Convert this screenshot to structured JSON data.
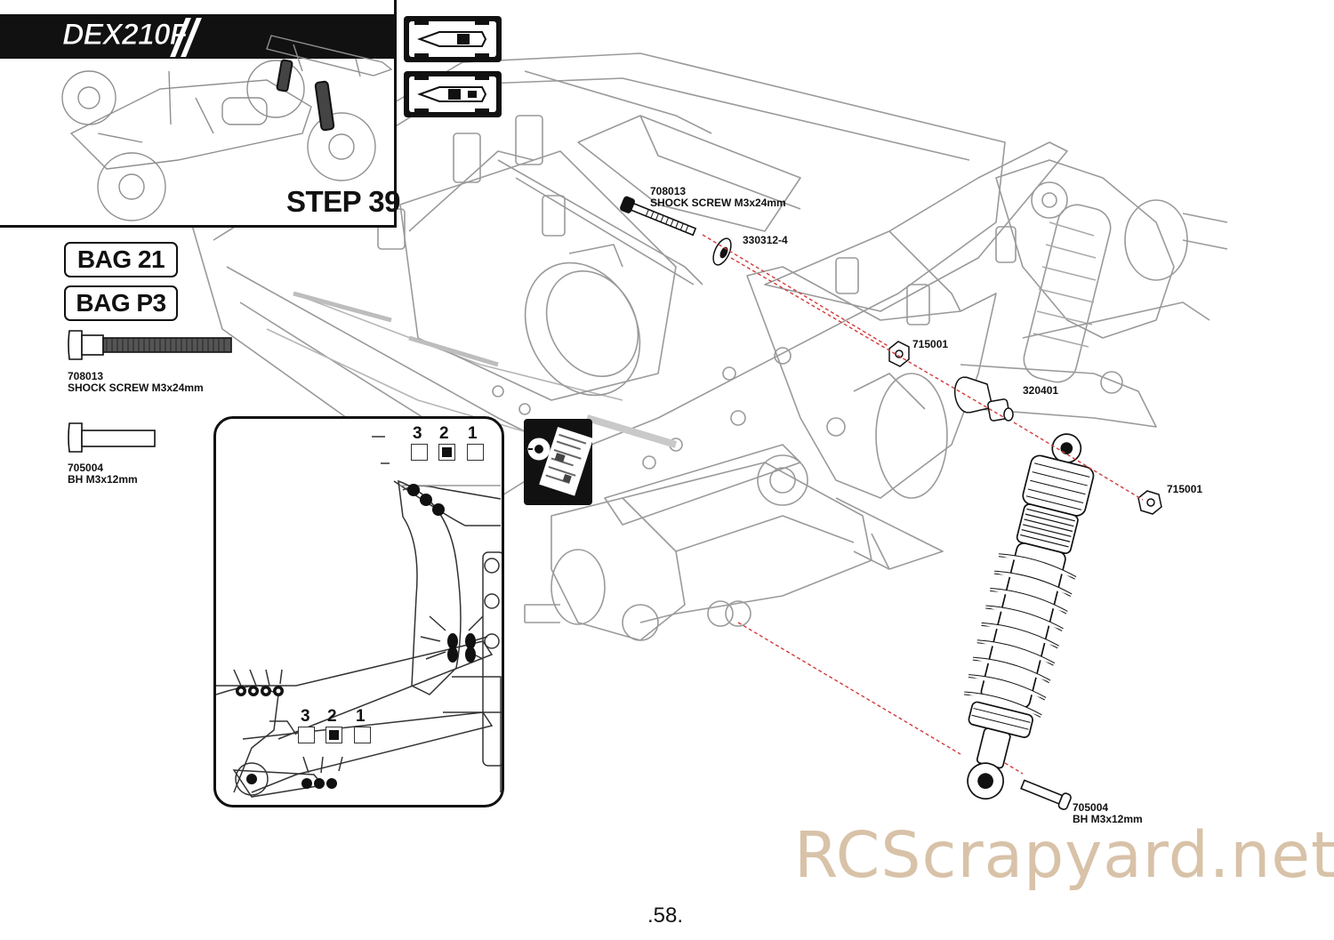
{
  "header": {
    "logo": "DEX210F",
    "step": "STEP 39"
  },
  "bags": [
    "BAG 21",
    "BAG P3"
  ],
  "parts": [
    {
      "id": "708013",
      "name": "SHOCK SCREW M3x24mm"
    },
    {
      "id": "705004",
      "name": "BH M3x12mm"
    }
  ],
  "callouts": {
    "screw_top": {
      "id": "708013",
      "name": "SHOCK SCREW M3x24mm"
    },
    "washer": {
      "id": "330312-4"
    },
    "nut_upper": {
      "id": "715001"
    },
    "bushing": {
      "id": "320401"
    },
    "nut_right": {
      "id": "715001"
    },
    "screw_bottom": {
      "id": "705004",
      "name": "BH M3x12mm"
    }
  },
  "inset": {
    "top_positions": [
      "3",
      "2",
      "1"
    ],
    "bottom_positions": [
      "3",
      "2",
      "1"
    ],
    "selected": "2"
  },
  "icons": [
    "car-front-icon",
    "car-rear-icon",
    "shock-mount-icon",
    "reference-sheet-icon"
  ],
  "watermark": "RCScrapyard.net",
  "page_number": ".58.",
  "colors": {
    "callout_line": "#d23a3a",
    "watermark": "#d8c2a8"
  }
}
